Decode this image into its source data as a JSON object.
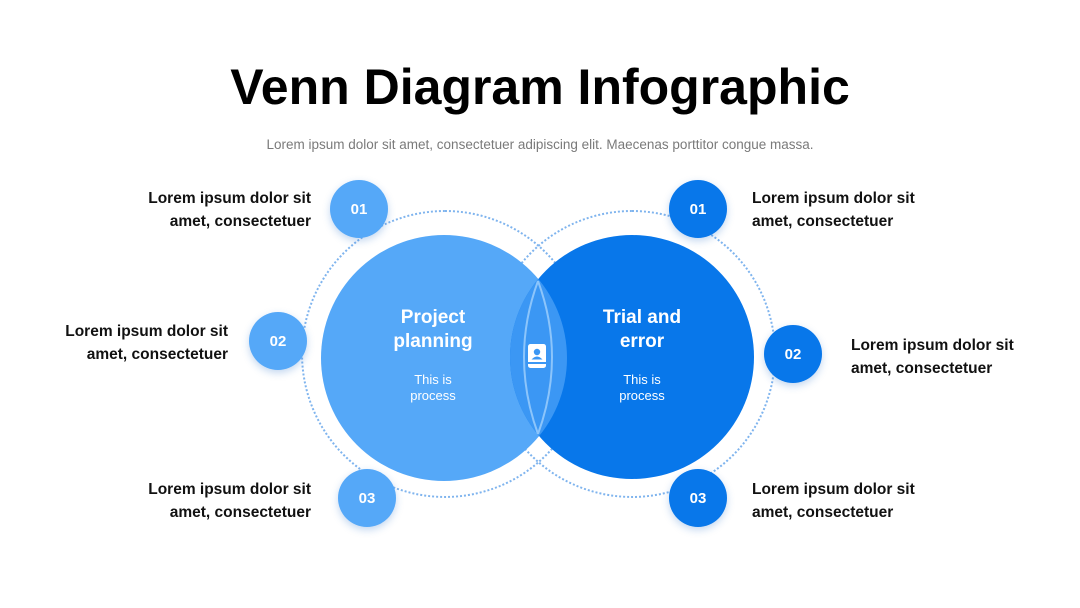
{
  "title": "Venn Diagram Infographic",
  "subtitle": "Lorem ipsum dolor sit amet, consectetuer adipiscing elit. Maecenas porttitor congue massa.",
  "colors": {
    "light_blue": "#55a8f8",
    "dark_blue": "#0877ea",
    "overlap": "#3b97f4",
    "ring": "#7fb4ee"
  },
  "left_circle": {
    "title": "Project\nplanning",
    "description": "This is\nprocess"
  },
  "right_circle": {
    "title": "Trial and\nerror",
    "description": "This is\nprocess"
  },
  "overlap_icon": "contact-book-icon",
  "left_items": [
    {
      "number": "01",
      "text": "Lorem ipsum dolor sit\namet, consectetuer"
    },
    {
      "number": "02",
      "text": "Lorem ipsum dolor sit\namet, consectetuer"
    },
    {
      "number": "03",
      "text": "Lorem ipsum dolor sit\namet, consectetuer"
    }
  ],
  "right_items": [
    {
      "number": "01",
      "text": "Lorem ipsum dolor sit\namet, consectetuer"
    },
    {
      "number": "02",
      "text": "Lorem ipsum dolor sit\namet, consectetuer"
    },
    {
      "number": "03",
      "text": "Lorem ipsum dolor sit\namet, consectetuer"
    }
  ]
}
